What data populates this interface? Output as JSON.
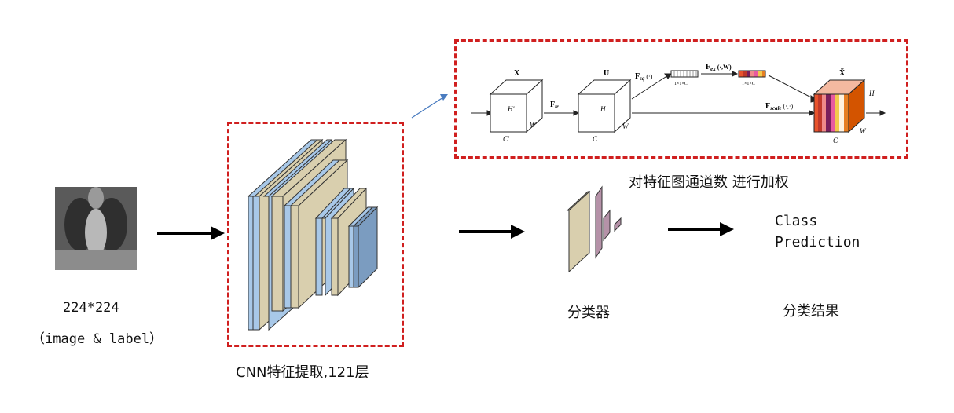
{
  "input": {
    "size_label": "224*224",
    "desc_label": "（image & label）"
  },
  "cnn": {
    "caption": "CNN特征提取,121层"
  },
  "se_block": {
    "caption": "对特征图通道数 进行加权",
    "x_label": "X",
    "u_label": "U",
    "xtilde_label": "X̃",
    "f_tr": "F",
    "f_tr_sub": "tr",
    "f_sq": "F",
    "f_sq_sub": "sq",
    "f_sq_args": "(·)",
    "f_ex": "F",
    "f_ex_sub": "ex",
    "f_ex_args": "(·,W)",
    "f_scale": "F",
    "f_scale_sub": "scale",
    "f_scale_args": "(·,·)",
    "vec1_label": "1×1×C",
    "vec2_label": "1×1×C",
    "h_prime": "H′",
    "w_prime": "W′",
    "c_prime": "C′",
    "h": "H",
    "w": "W",
    "c": "C",
    "h_out": "H",
    "w_out": "W",
    "c_out": "C",
    "channel_colors": [
      "#e8542d",
      "#c0392b",
      "#f08a8a",
      "#7a1f5c",
      "#e85aa0",
      "#f2c94c",
      "#d35400",
      "#e67e22"
    ]
  },
  "classifier": {
    "caption": "分类器"
  },
  "result": {
    "line1": "Class",
    "line2": "Prediction",
    "caption": "分类结果"
  },
  "colors": {
    "dash_red": "#d01f1f",
    "tan": "#d9cfae",
    "blue": "#a8c8e8",
    "slate": "#7b9cc0",
    "mauve": "#b592a8"
  }
}
